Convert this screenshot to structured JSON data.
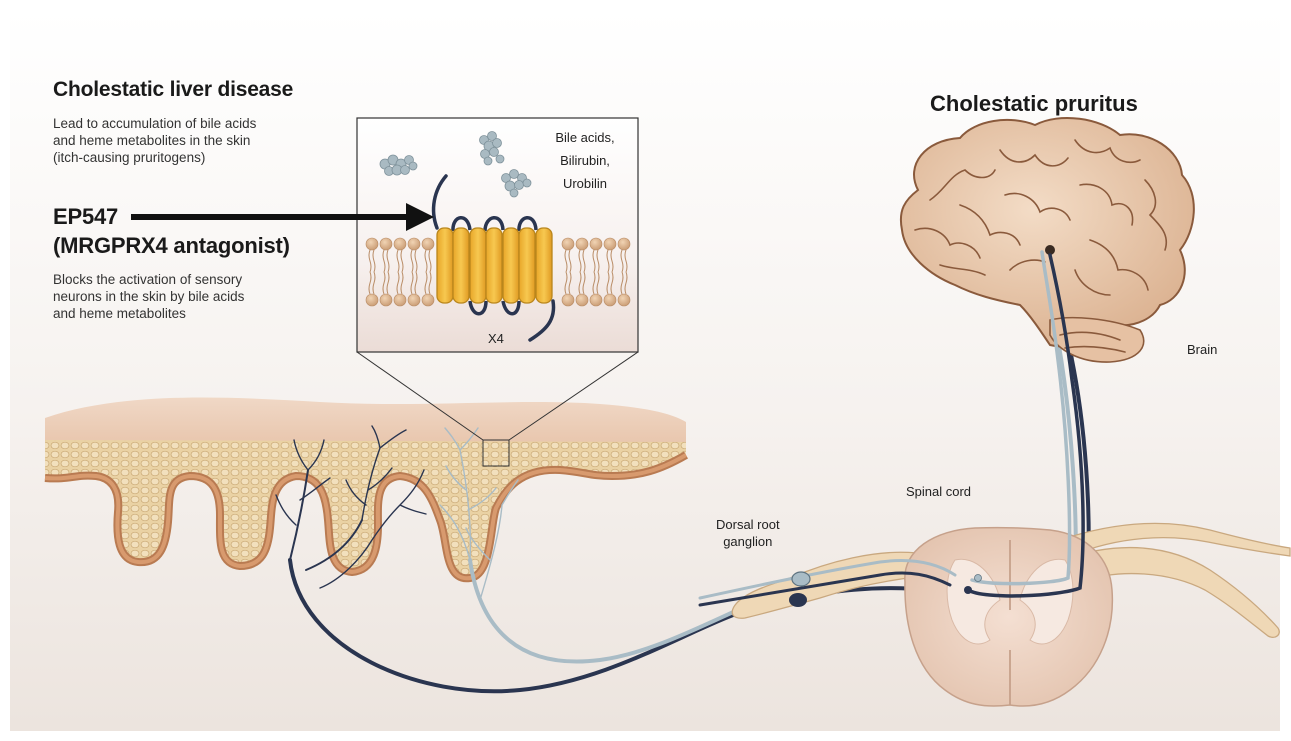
{
  "left_panel": {
    "title": "Cholestatic liver disease",
    "description_lines": [
      "Lead to accumulation of bile acids",
      "and heme metabolites in the skin",
      "(itch-causing pruritogens)"
    ],
    "drug_name": "EP547",
    "drug_class": "(MRGPRX4 antagonist)",
    "drug_description_lines": [
      "Blocks the activation of sensory",
      "neurons in the skin by bile acids",
      "and heme metabolites"
    ]
  },
  "inset": {
    "ligand_lines": [
      "Bile acids,",
      "Bilirubin,",
      "Urobilin"
    ],
    "receptor_label": "X4"
  },
  "right_panel": {
    "title": "Cholestatic pruritus",
    "brain_label": "Brain",
    "spinal_cord_label": "Spinal cord",
    "drg_label_lines": [
      "Dorsal root",
      "ganglion"
    ]
  },
  "colors": {
    "receptor_fill": "#f2b93a",
    "receptor_stroke": "#b9861c",
    "membrane_head": "#dcb48e",
    "dark_neuron": "#2a3550",
    "light_neuron": "#a9bcc6",
    "skin": "#e9cda3",
    "brain": "#e8c9ad"
  }
}
